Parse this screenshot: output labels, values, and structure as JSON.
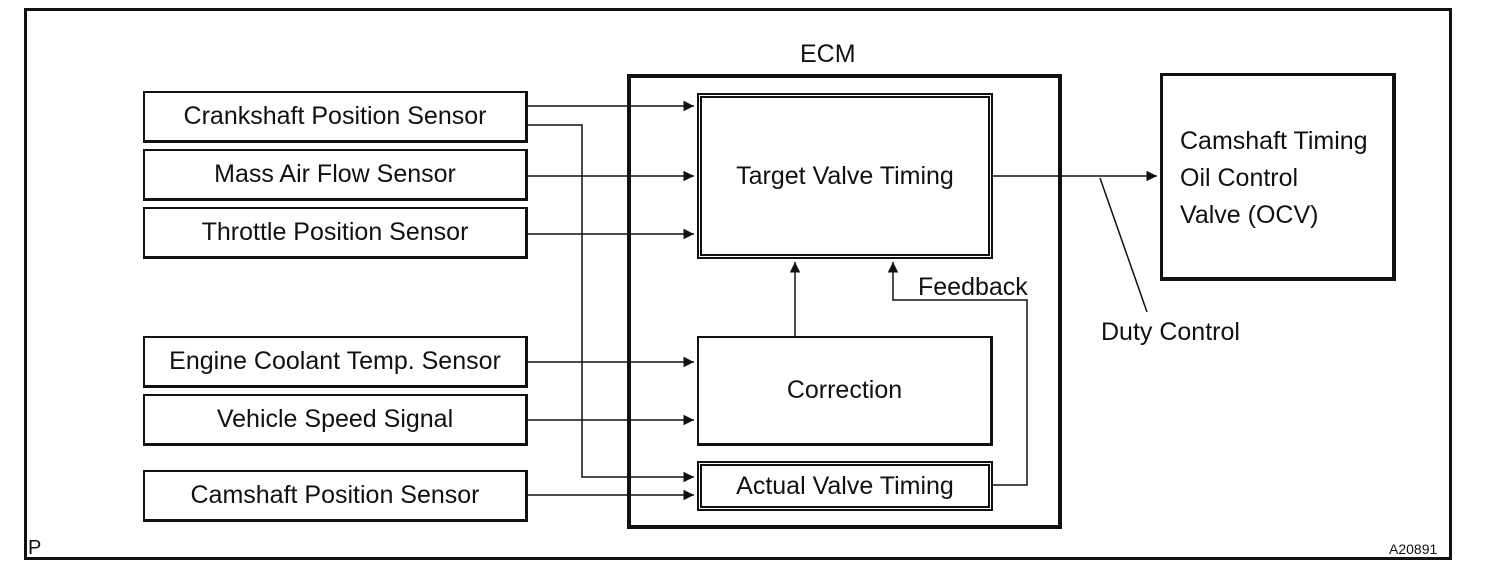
{
  "ecm": {
    "title": "ECM"
  },
  "sensors": [
    "Crankshaft Position Sensor",
    "Mass Air Flow Sensor",
    "Throttle Position Sensor",
    "Engine Coolant Temp. Sensor",
    "Vehicle Speed Signal",
    "Camshaft Position Sensor"
  ],
  "blocks": {
    "target": "Target Valve Timing",
    "correction": "Correction",
    "actual": "Actual Valve Timing"
  },
  "ocv": {
    "line1": "Camshaft Timing",
    "line2": "Oil Control",
    "line3": "Valve (OCV)"
  },
  "labels": {
    "feedback": "Feedback",
    "duty_control": "Duty Control"
  },
  "corner": {
    "left": "P",
    "right": "A20891"
  }
}
